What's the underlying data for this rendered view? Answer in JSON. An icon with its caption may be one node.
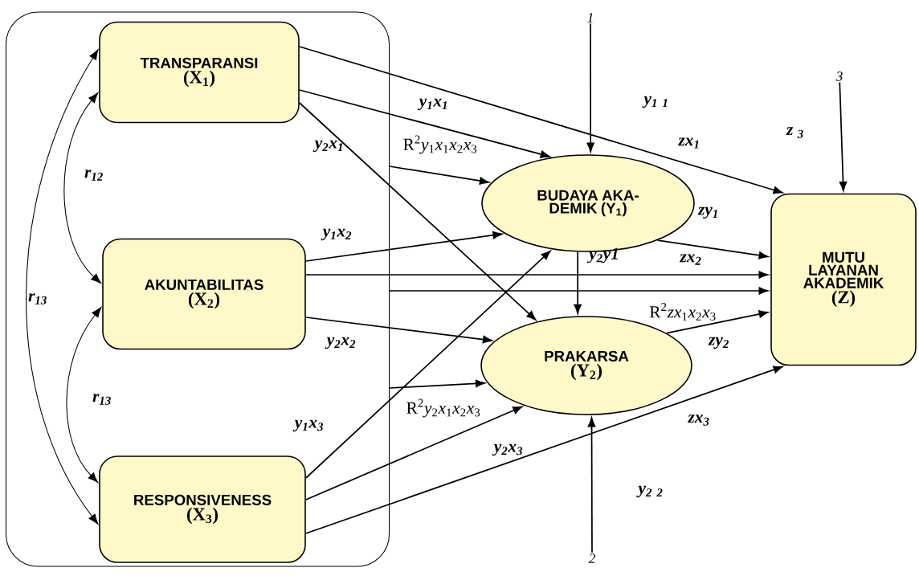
{
  "diagram": {
    "nodes": [
      {
        "text": [],
        "shape": "box"
      },
      {
        "text": [
          "TRANSPARANSI",
          "(X$_{1}$)"
        ],
        "in": 0
      },
      {
        "text": [
          "AKUNTABILITAS",
          "(X$_{2}$)"
        ],
        "in": 0
      },
      {
        "text": [
          "RESPONSIVENESS",
          "(X$_{3}$)"
        ],
        "in": 0
      },
      {
        "text": [
          "BUDAYA AKA- DEMIK (Y$_{1}$)"
        ]
      },
      {
        "text": [
          "PRAKARSA",
          "(Y$_{2}$)"
        ]
      },
      {
        "text": [
          "MUTU LAYANAN AKADEMIK",
          "(Z)"
        ]
      },
      {
        "text": [
          "1"
        ]
      },
      {
        "text": [
          "2"
        ]
      },
      {
        "text": [
          "3"
        ]
      }
    ],
    "edges": [
      {
        "from": 1,
        "to": 4,
        "arrow": "to",
        "label": "y$_{1}$x$_{1}$"
      },
      {
        "from": 1,
        "to": 5,
        "arrow": "to",
        "label": "y$_{2}$x$_{1}$"
      },
      {
        "from": 1,
        "to": 6,
        "arrow": "to",
        "label": "zx$_{1}$"
      },
      {
        "from": 2,
        "to": 4,
        "arrow": "to",
        "label": "y$_{1}$x$_{2}$"
      },
      {
        "from": 2,
        "to": 6,
        "arrow": "to",
        "label": "zx$_{2}$"
      },
      {
        "from": 2,
        "to": 5,
        "arrow": "to",
        "label": "y$_{2}$x$_{2}$"
      },
      {
        "from": 3,
        "to": 4,
        "arrow": "to",
        "label": "y$_{1}$x$_{3}$"
      },
      {
        "from": 3,
        "to": 5,
        "arrow": "to",
        "label": "y$_{2}$x$_{3}$"
      },
      {
        "from": 3,
        "to": 6,
        "arrow": "to",
        "label": "zx$_{3}$"
      },
      {
        "from": 4,
        "to": 5,
        "arrow": "to",
        "label": "y$_{2}$y1"
      },
      {
        "from": 4,
        "to": 6,
        "arrow": "to",
        "label": "zy$_{1}$"
      },
      {
        "from": 5,
        "to": 6,
        "arrow": "to",
        "label": "zy$_{2}$"
      },
      {
        "from": 0,
        "to": 4,
        "arrow": "to",
        "label": "R$^{2}$*y*$_{1}$*x*$_{1}$*x*$_{2}$*x*$_{3}$"
      },
      {
        "from": 0,
        "to": 6,
        "arrow": "to",
        "label": "R$^{2}$*zx*$_{1}$*x*$_{2}$*x*$_{3}$"
      },
      {
        "from": 0,
        "to": 5,
        "arrow": "to",
        "label": "R$^{2}$*y*$_{2}$*x*$_{1}$*x*$_{2}$*x*$_{3}$"
      },
      {
        "from": 7,
        "to": 4,
        "arrow": "to",
        "label": "y$_{1}$ $_{1}$"
      },
      {
        "from": 8,
        "to": 5,
        "arrow": "to",
        "label": "y$_{2}$ $_{2}$"
      },
      {
        "from": 9,
        "to": 6,
        "arrow": "to",
        "label": "z $_{3}$"
      },
      {
        "from": 1,
        "to": 2,
        "arrow": "both",
        "label": "r$_{12}$"
      },
      {
        "from": 2,
        "to": 3,
        "arrow": "both",
        "label": "r$_{13}$"
      },
      {
        "from": 1,
        "to": 3,
        "arrow": "both",
        "label": "r$_{13}$"
      }
    ]
  }
}
